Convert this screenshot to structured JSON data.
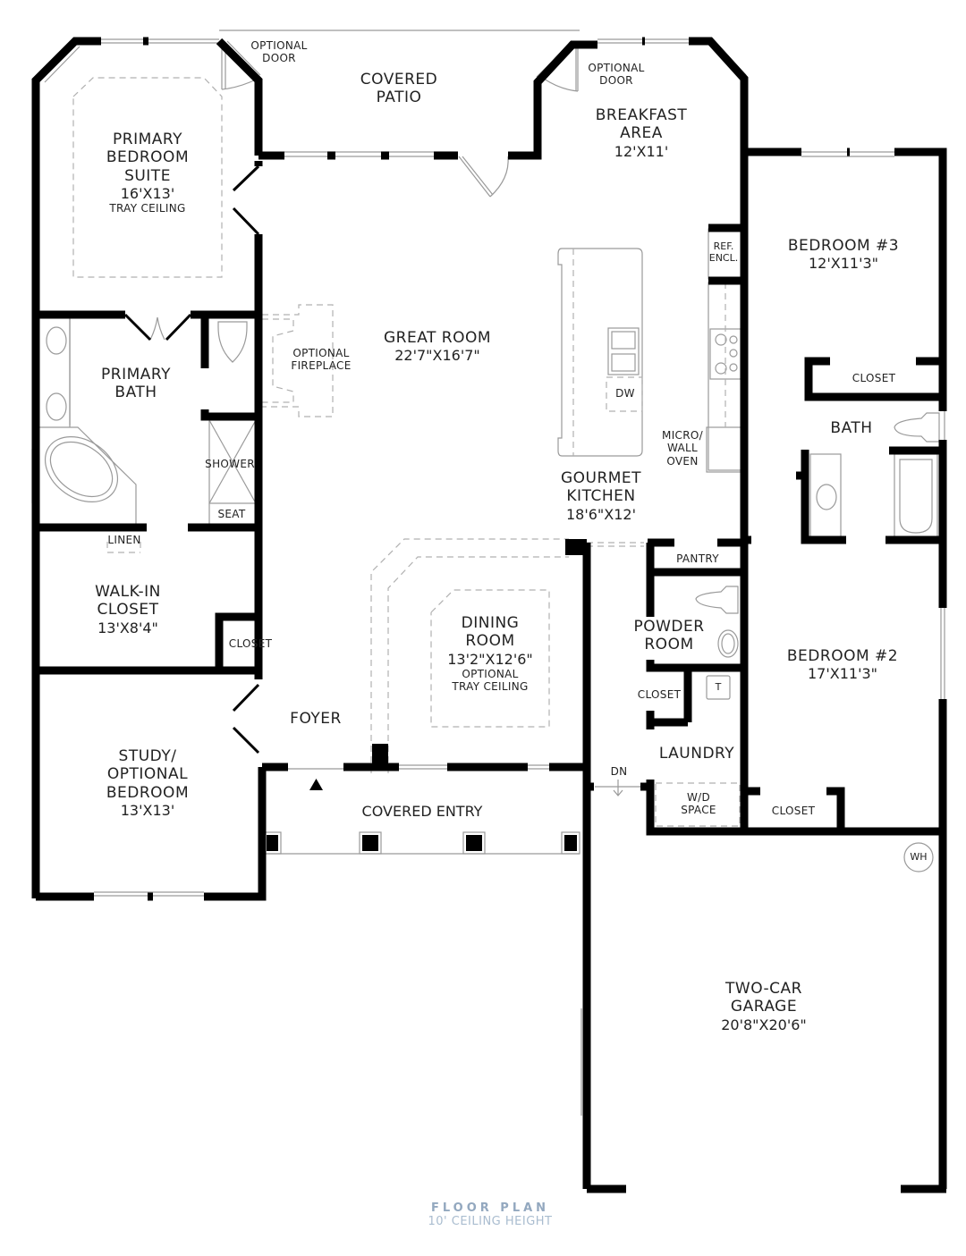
{
  "plan": {
    "title": "FLOOR PLAN",
    "subtitle": "10' CEILING HEIGHT",
    "colors": {
      "wall": "#000000",
      "fixture_line": "#9a9a9a",
      "dashed_line": "#b0b0b0",
      "footer_title": "#93a8bf",
      "footer_subtitle": "#a9bccf"
    }
  },
  "rooms": {
    "primary_bedroom": {
      "name_lines": [
        "PRIMARY",
        "BEDROOM",
        "SUITE"
      ],
      "line1": "PRIMARY",
      "line2": "BEDROOM",
      "line3": "SUITE",
      "dims": "16'X13'",
      "note": "TRAY CEILING"
    },
    "covered_patio": {
      "line1": "COVERED",
      "line2": "PATIO"
    },
    "optional_door_left": {
      "line1": "OPTIONAL",
      "line2": "DOOR"
    },
    "optional_door_right": {
      "line1": "OPTIONAL",
      "line2": "DOOR"
    },
    "breakfast_area": {
      "line1": "BREAKFAST",
      "line2": "AREA",
      "dims": "12'X11'"
    },
    "ref_encl": {
      "line1": "REF.",
      "line2": "ENCL."
    },
    "bedroom3": {
      "line1": "BEDROOM #3",
      "dims": "12'X11'3\""
    },
    "bedroom3_closet": {
      "label": "CLOSET"
    },
    "bath": {
      "label": "BATH"
    },
    "great_room": {
      "line1": "GREAT ROOM",
      "dims": "22'7\"X16'7\""
    },
    "optional_fireplace": {
      "line1": "OPTIONAL",
      "line2": "FIREPLACE"
    },
    "primary_bath": {
      "line1": "PRIMARY",
      "line2": "BATH"
    },
    "shower": {
      "label": "SHOWER"
    },
    "seat": {
      "label": "SEAT"
    },
    "linen": {
      "label": "LINEN"
    },
    "dw": {
      "label": "DW"
    },
    "micro_wall_oven": {
      "line1": "MICRO/",
      "line2": "WALL",
      "line3": "OVEN"
    },
    "gourmet_kitchen": {
      "line1": "GOURMET",
      "line2": "KITCHEN",
      "dims": "18'6\"X12'"
    },
    "walk_in_closet": {
      "line1": "WALK-IN",
      "line2": "CLOSET",
      "dims": "13'X8'4\""
    },
    "foyer_closet": {
      "label": "CLOSET"
    },
    "dining_room": {
      "line1": "DINING",
      "line2": "ROOM",
      "dims": "13'2\"X12'6\"",
      "note1": "OPTIONAL",
      "note2": "TRAY CEILING"
    },
    "pantry": {
      "label": "PANTRY"
    },
    "powder_room": {
      "line1": "POWDER",
      "line2": "ROOM"
    },
    "laundry_closet": {
      "label": "CLOSET"
    },
    "t_box": {
      "label": "T"
    },
    "bedroom2": {
      "line1": "BEDROOM #2",
      "dims": "17'X11'3\""
    },
    "foyer": {
      "label": "FOYER"
    },
    "laundry": {
      "label": "LAUNDRY"
    },
    "dn": {
      "label": "DN"
    },
    "wd_space": {
      "line1": "W/D",
      "line2": "SPACE"
    },
    "bedroom2_closet": {
      "label": "CLOSET"
    },
    "wh": {
      "label": "WH"
    },
    "study": {
      "line1": "STUDY/",
      "line2": "OPTIONAL",
      "line3": "BEDROOM",
      "dims": "13'X13'"
    },
    "covered_entry": {
      "label": "COVERED ENTRY"
    },
    "garage": {
      "line1": "TWO-CAR",
      "line2": "GARAGE",
      "dims": "20'8\"X20'6\""
    }
  }
}
